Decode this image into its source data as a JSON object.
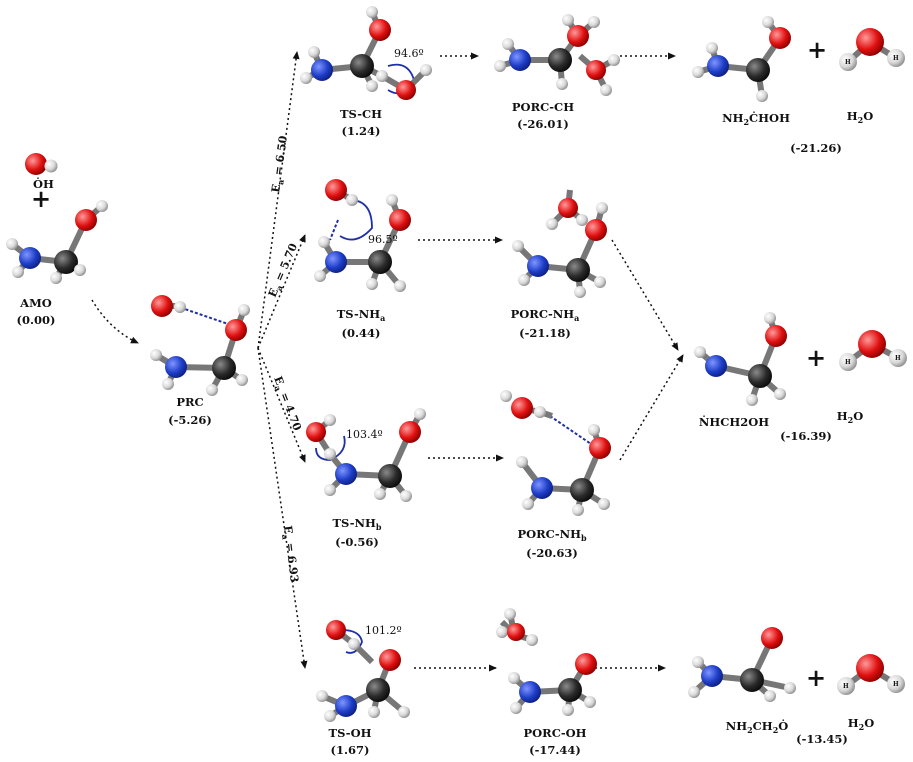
{
  "colors": {
    "carbon": "#2a2a2a",
    "nitrogen": "#1e3ec8",
    "oxygen": "#e01010",
    "hydrogen": "#d8d8d8",
    "dashed_bond": "#1f2fa8",
    "angle_arc": "#1f2fa8",
    "arrow": "#111111"
  },
  "species": {
    "oh": {
      "label": "ȮH"
    },
    "amo": {
      "label": "AMO",
      "energy": "(0.00)"
    },
    "prc": {
      "label": "PRC",
      "energy": "(-5.26)"
    },
    "ts_ch": {
      "label": "TS-CH",
      "energy": "(1.24)",
      "angle": "94.6º"
    },
    "ts_nha": {
      "label_main": "TS-NH",
      "label_sub": "a",
      "energy": "(0.44)",
      "angle": "96.5º"
    },
    "ts_nhb": {
      "label_main": "TS-NH",
      "label_sub": "b",
      "energy": "(-0.56)",
      "angle": "103.4º"
    },
    "ts_oh": {
      "label": "TS-OH",
      "energy": "(1.67)",
      "angle": "101.2º"
    },
    "porc_ch": {
      "label": "PORC-CH",
      "energy": "(-26.01)"
    },
    "porc_nha": {
      "label_main": "PORC-NH",
      "label_sub": "a",
      "energy": "(-21.18)"
    },
    "porc_nhb": {
      "label_main": "PORC-NH",
      "label_sub": "b",
      "energy": "(-20.63)"
    },
    "porc_oh": {
      "label": "PORC-OH",
      "energy": "(-17.44)"
    },
    "prod_ch": {
      "p1": "NH",
      "p1_sub": "2",
      "p2": "ĊHOH",
      "energy": "(-21.26)"
    },
    "prod_nh": {
      "label": "ṄHCH2OH",
      "energy": "(-16.39)"
    },
    "prod_oh": {
      "p1": "NH",
      "p1_sub": "2",
      "p2": "CH",
      "p2_sub": "2",
      "p3": "Ȯ",
      "energy": "(-13.45)"
    },
    "water": {
      "main": "H",
      "sub": "2",
      "tail": "O"
    }
  },
  "barriers": {
    "ch": {
      "main": "E",
      "sub": "a",
      "value": " = 6.50"
    },
    "nha": {
      "main": "E",
      "sub": "a",
      "value": " = 5.70"
    },
    "nhb": {
      "main": "E",
      "sub": "a",
      "value": " = 4.70"
    },
    "oh": {
      "main": "E",
      "sub": "a",
      "value": " = 6.93"
    }
  },
  "symbols": {
    "plus": "+",
    "h_atom": "H"
  }
}
